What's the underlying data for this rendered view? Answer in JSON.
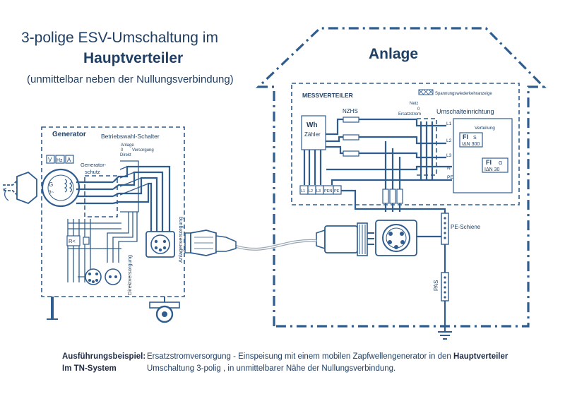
{
  "title": {
    "line1": "3-polige ESV-Umschaltung im",
    "line2": "Hauptverteiler",
    "line3": "(unmittelbar neben der Nullungsverbindung)"
  },
  "anlage": {
    "heading": "Anlage",
    "messverteiler": "MESSVERTEILER",
    "spannungsanzeige": "Spannungswiederkehranzeige",
    "netz": "Netz",
    "null_pos": "0",
    "ersatzstrom": "Ersatzstrom",
    "umschalteinrichtung": "Umschalteinrichtung",
    "nzhs": "NZHS",
    "wh": "Wh",
    "zaehler": "Zähler",
    "bus_labels": [
      "L1",
      "L2",
      "L3",
      "N",
      "PE"
    ],
    "terminal_labels": [
      "L1",
      "L2",
      "L3",
      "PEN",
      "PE"
    ],
    "verteilung": "Verteilung",
    "fi1": {
      "name": "FI",
      "type": "S",
      "rating": "IΔN 300"
    },
    "fi2": {
      "name": "FI",
      "type": "G",
      "rating": "IΔN 30"
    },
    "pe_schiene": "PE-Schiene",
    "pas": "PAS"
  },
  "generator": {
    "heading": "Generator",
    "betriebswahl": "Betriebswahl-Schalter",
    "anlage": "Anlage",
    "null_pos": "0",
    "versorgung": "Versorgung",
    "direkt": "Direkt",
    "generatorschutz": "Generator-\nschutz",
    "meters": [
      "V",
      "Hz",
      "A"
    ],
    "g_label": "G",
    "g_sub": "3~",
    "r_label": "R<",
    "direktversorgung": "Direktversorgung",
    "anlagenversorgung": "Anlagenversorgung"
  },
  "footer": {
    "label1": "Ausführungsbeispiel:",
    "label2": "Im TN-System",
    "text1_pre": "Ersatzstromversorgung - Einspeisung mit einem mobilen Zapfwellengenerator in den ",
    "text1_bold": "Hauptverteiler",
    "text2": "Umschaltung 3-polig ,  in unmittelbarer Nähe der Nullungsverbindung."
  },
  "colors": {
    "line": "#2f5d8f",
    "text": "#1f3f64",
    "background": "#ffffff"
  }
}
